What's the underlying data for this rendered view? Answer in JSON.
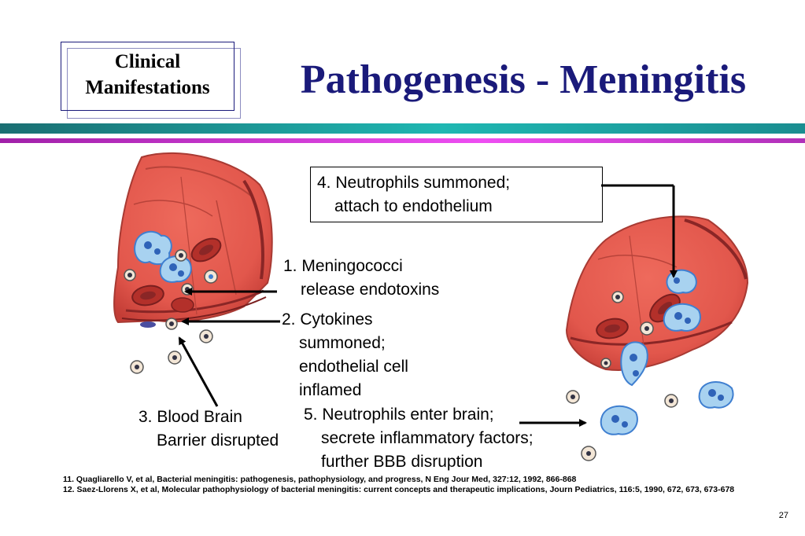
{
  "header": {
    "tag_line1": "Clinical",
    "tag_line2": "Manifestations",
    "title": "Pathogenesis - Meningitis"
  },
  "labels": {
    "step1_line1": "1. Meningococci",
    "step1_line2": "release endotoxins",
    "step2_line1": "2. Cytokines",
    "step2_line2": "summoned;",
    "step2_line3": "endothelial cell",
    "step2_line4": "inflamed",
    "step3_line1": "3. Blood Brain",
    "step3_line2": "Barrier disrupted",
    "step4_line1": "4. Neutrophils summoned;",
    "step4_line2": "attach to endothelium",
    "step5_line1": "5. Neutrophils enter brain;",
    "step5_line2": "secrete inflammatory factors;",
    "step5_line3": "further BBB disruption"
  },
  "references": [
    "11.  Quagliarello V, et al, Bacterial meningitis: pathogenesis, pathophysiology, and progress, N Eng Jour Med, 327:12, 1992, 866-868",
    "12.  Saez-Llorens X, et al, Molecular pathophysiology of bacterial meningitis: current concepts and therapeutic implications, Journ Pediatrics, 116:5, 1990, 672, 673, 673-678"
  ],
  "page_number": "27",
  "colors": {
    "title": "#1a1a7a",
    "vessel": "#e2574c",
    "vessel_dark": "#9e2a2a",
    "neutrophil": "#3f7fd0",
    "teal_bar": "#1fb7b2",
    "magenta_bar": "#ee4ef2"
  }
}
